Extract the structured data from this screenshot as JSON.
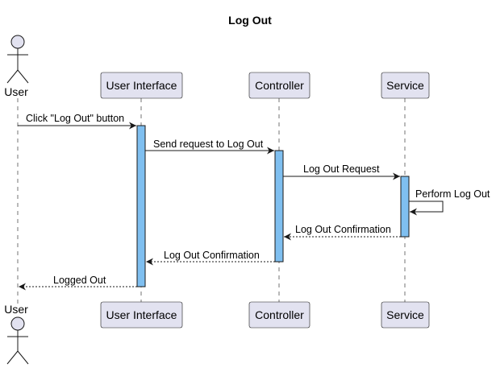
{
  "title": "Log Out",
  "participants": {
    "user": {
      "label": "User",
      "kind": "actor"
    },
    "ui": {
      "label": "User Interface"
    },
    "controller": {
      "label": "Controller"
    },
    "service": {
      "label": "Service"
    }
  },
  "messages": [
    {
      "from": "user",
      "to": "ui",
      "label": "Click \"Log Out\" button",
      "style": "sync"
    },
    {
      "from": "ui",
      "to": "controller",
      "label": "Send request to Log Out",
      "style": "sync"
    },
    {
      "from": "controller",
      "to": "service",
      "label": "Log Out Request",
      "style": "sync"
    },
    {
      "from": "service",
      "to": "service",
      "label": "Perform Log Out",
      "style": "self"
    },
    {
      "from": "service",
      "to": "controller",
      "label": "Log Out Confirmation",
      "style": "return"
    },
    {
      "from": "controller",
      "to": "ui",
      "label": "Log Out Confirmation",
      "style": "return"
    },
    {
      "from": "ui",
      "to": "user",
      "label": "Logged Out",
      "style": "return"
    }
  ],
  "colors": {
    "participant_fill": "#E2E2F0",
    "activation_fill": "#7FBFF0",
    "line": "#181818"
  }
}
